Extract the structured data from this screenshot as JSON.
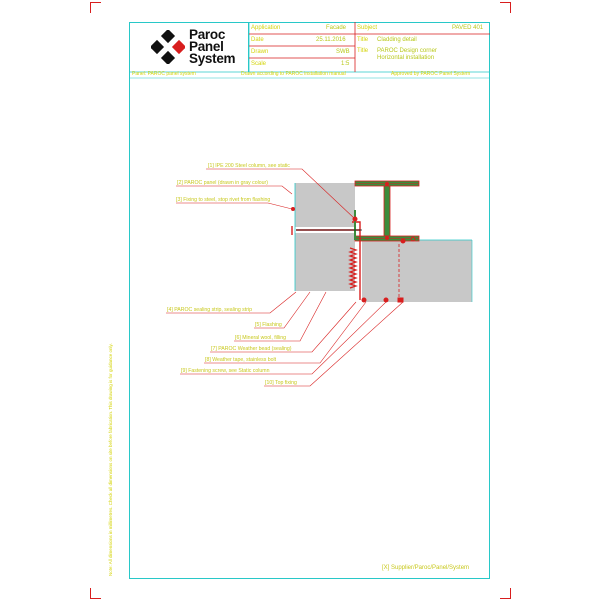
{
  "brand": {
    "name_line1": "Paroc",
    "name_line2": "Panel",
    "name_line3": "System",
    "colors": {
      "accent_red": "#d81e1e",
      "frame_cyan": "#28c8c8",
      "text_yellow": "#d4d40a",
      "panel_gray": "#c8c8c8",
      "steel_green": "#3c8c3c"
    }
  },
  "titleblock": {
    "rows": [
      {
        "label": "Application",
        "value": "Facade"
      },
      {
        "label": "Date",
        "value": "25.11.2016"
      },
      {
        "label": "Drawn",
        "value": "SWB"
      },
      {
        "label": "Scale",
        "value": "1:5"
      }
    ],
    "subject_label": "Subject",
    "subject_value": "Cladding detail",
    "title_label": "Title",
    "title_line1": "PAROC Design corner",
    "title_line2": "Horizontal installation",
    "drawing_number": "PAVED 401",
    "sub_row": [
      "Panel: PAROC panel system",
      "Drawn according to PAROC installation manual",
      "Approved by PAROC Panel System"
    ]
  },
  "callouts": [
    "[1] IPE 200 Steel column, see static",
    "[2] PAROC panel (drawn in gray colour)",
    "[3] Fixing to steel, stop rivet from flashing",
    "[4] PAROC sealing strip, sealing strip",
    "[5] Flashing",
    "[6] Mineral wool, filling",
    "[7] PAROC Weather bead (sealing)",
    "[8] Weather tape, stainless bolt",
    "[9] Fastening screw, see Static column",
    "[10] Top fixing"
  ],
  "side_note": "Note: All dimensions in millimetres. Check all dimensions on site before fabrication. This drawing is for guidance only.",
  "footer": "[X] Supplier/Paroc/Panel/System"
}
